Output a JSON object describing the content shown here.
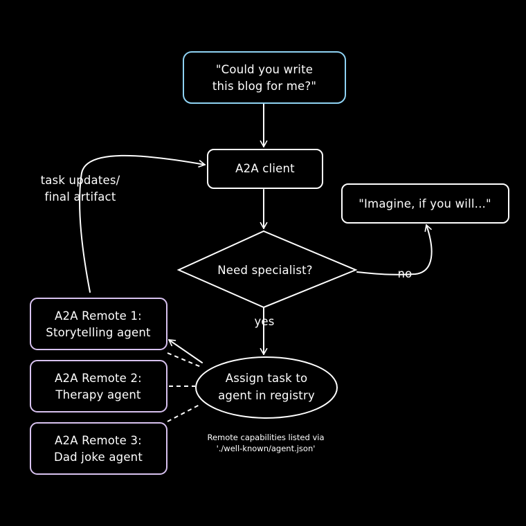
{
  "colors": {
    "background": "#000000",
    "text": "#ffffff",
    "user_prompt_border": "#8fd3f4",
    "remote_agent_border": "#d8c2f0",
    "default_border": "#ffffff"
  },
  "nodes": {
    "user_prompt": {
      "line1": "\"Could you write",
      "line2": "this blog for me?\""
    },
    "a2a_client": {
      "label": "A2A client"
    },
    "imagine": {
      "label": "\"Imagine, if you will...\""
    },
    "decision": {
      "label": "Need specialist?"
    },
    "assign_task": {
      "line1": "Assign task to",
      "line2": "agent in registry"
    },
    "remote_1": {
      "line1": "A2A Remote 1:",
      "line2": "Storytelling agent"
    },
    "remote_2": {
      "line1": "A2A Remote 2:",
      "line2": "Therapy agent"
    },
    "remote_3": {
      "line1": "A2A Remote 3:",
      "line2": "Dad joke agent"
    }
  },
  "edge_labels": {
    "no": "no",
    "yes": "yes",
    "task_updates_line1": "task updates/",
    "task_updates_line2": "final artifact"
  },
  "notes": {
    "registry_line1": "Remote capabilities listed via",
    "registry_line2": "'./well-known/agent.json'"
  }
}
